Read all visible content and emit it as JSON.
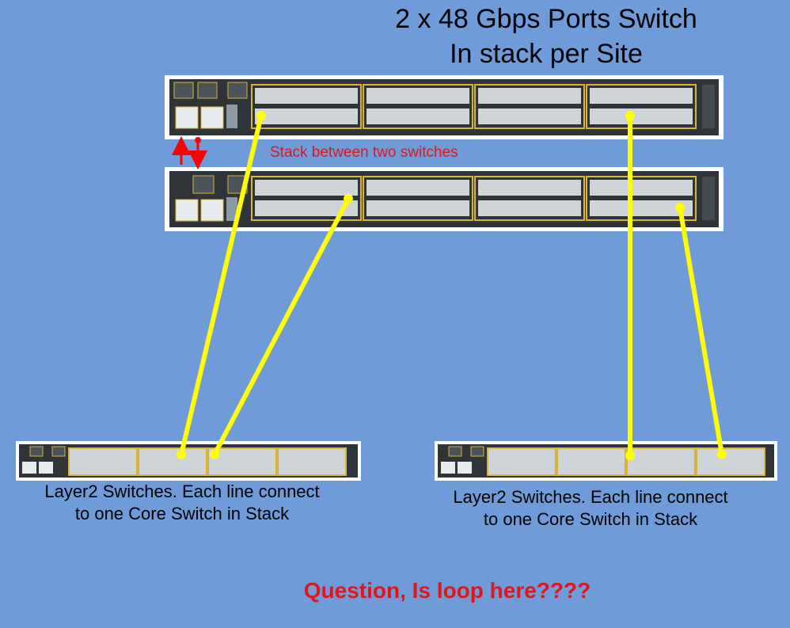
{
  "title": {
    "line1": "2 x 48 Gbps Ports Switch",
    "line2": "In stack per Site"
  },
  "stack_label": "Stack between two switches",
  "layer2_left": {
    "line1": "Layer2 Switches. Each line connect",
    "line2": "to one Core Switch in Stack"
  },
  "layer2_right": {
    "line1": "Layer2 Switches. Each line connect",
    "line2": "to one Core Switch in Stack"
  },
  "question": "Question, Is loop here????",
  "colors": {
    "background": "#6f9bd9",
    "cable": "#ffff00",
    "stack_arrow": "#ff0000",
    "label_red": "#e0161b",
    "switch_body": "#2f3438",
    "port_trim": "#d9b23a"
  },
  "icons": {
    "switch": "network-switch-icon",
    "stack_arrows": "up-down-arrow-icon"
  }
}
